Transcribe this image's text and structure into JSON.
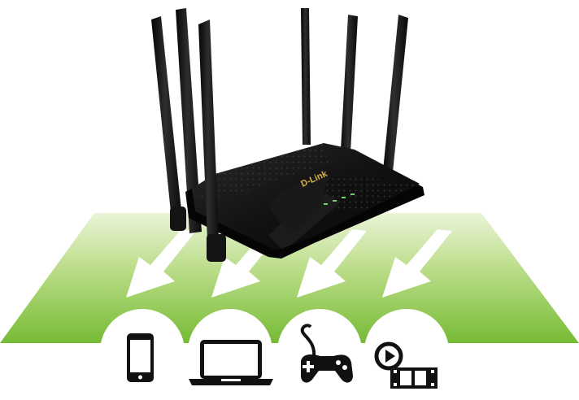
{
  "router": {
    "brand_logo": "D-Link",
    "antenna_count": 6,
    "led_count": 4
  },
  "colors": {
    "floor_light": "#e9f3d6",
    "floor_dark": "#7cbf3a",
    "arrow": "#ffffff",
    "router_body": "#111111",
    "led": "#6ed36a",
    "icon": "#111111",
    "logo_accent": "#d8b24a"
  },
  "arrow_count": 4,
  "devices": [
    {
      "icon": "smartphone-icon"
    },
    {
      "icon": "laptop-icon"
    },
    {
      "icon": "gamepad-icon"
    },
    {
      "icon": "video-play-film-icon"
    }
  ]
}
